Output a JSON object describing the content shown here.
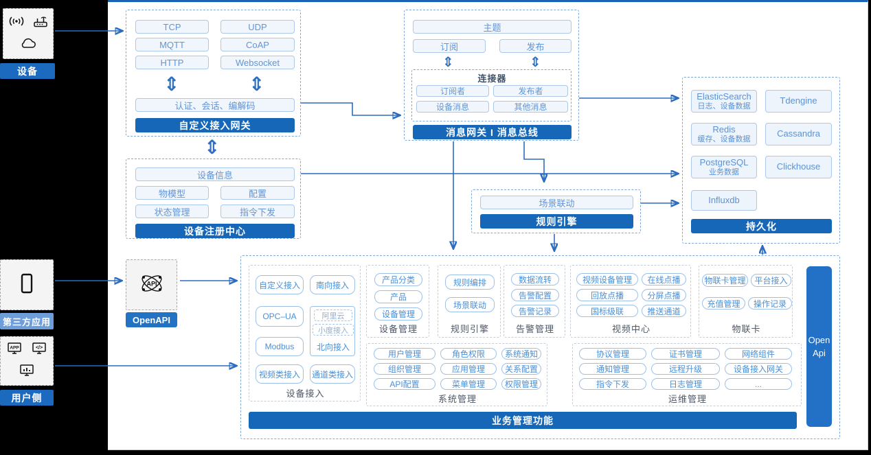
{
  "colors": {
    "accent": "#1767b9",
    "arrow": "#2b6cbf",
    "light_label": "#6d9ed9",
    "openapi_label": "#2273c4"
  },
  "left_rail": {
    "device": {
      "label": "设备"
    },
    "third_party": {
      "label": "第三方应用"
    },
    "user_side": {
      "label": "用户侧"
    }
  },
  "gateway": {
    "pills": [
      "TCP",
      "UDP",
      "MQTT",
      "CoAP",
      "HTTP",
      "Websocket"
    ],
    "auth_pill": "认证、会话、编解码",
    "title": "自定义接入网关"
  },
  "registry": {
    "info_pill": "设备信息",
    "pills": [
      "物模型",
      "配置",
      "状态管理",
      "指令下发"
    ],
    "title": "设备注册中心"
  },
  "message_bus": {
    "topic": "主题",
    "subscribe": "订阅",
    "publish": "发布",
    "connector": {
      "title": "连接器",
      "pills": [
        "订阅者",
        "发布者",
        "设备消息",
        "其他消息"
      ]
    },
    "title": "消息网关 I 消息总线"
  },
  "persistence": {
    "stores": [
      {
        "name": "ElasticSearch",
        "desc": "日志、设备数据"
      },
      {
        "name": "Tdengine",
        "desc": ""
      },
      {
        "name": "Redis",
        "desc": "缓存、设备数据"
      },
      {
        "name": "Cassandra",
        "desc": ""
      },
      {
        "name": "PostgreSQL",
        "desc": "业务数据"
      },
      {
        "name": "Clickhouse",
        "desc": ""
      },
      {
        "name": "Influxdb",
        "desc": ""
      }
    ],
    "title": "持久化"
  },
  "rule_engine": {
    "pill": "场景联动",
    "title": "规则引擎"
  },
  "openapi": {
    "label": "OpenAPI"
  },
  "business": {
    "title": "业务管理功能",
    "open_api": {
      "line1": "Open",
      "line2": "Api"
    },
    "device_access": {
      "label": "设备接入",
      "pills": [
        "自定义接入",
        "南向接入",
        "OPC–UA",
        "Modbus",
        "视频类接入",
        "通道类接入"
      ],
      "north_group": {
        "dashed_pills": [
          "阿里云",
          "小度接入"
        ],
        "label": "北向接入"
      }
    },
    "device_mgmt": {
      "label": "设备管理",
      "pills": [
        "产品分类",
        "产品",
        "设备管理"
      ]
    },
    "rule": {
      "label": "规则引擎",
      "pills": [
        "规则编排",
        "场景联动"
      ]
    },
    "alarm": {
      "label": "告警管理",
      "pills": [
        "数据流转",
        "告警配置",
        "告警记录"
      ]
    },
    "video": {
      "label": "视频中心",
      "pills": [
        "视频设备管理",
        "在线点播",
        "回放点播",
        "分屏点播",
        "国标级联",
        "推送通道"
      ]
    },
    "iot_card": {
      "label": "物联卡",
      "pills": [
        "物联卡管理",
        "平台接入",
        "充值管理",
        "操作记录"
      ]
    },
    "system": {
      "label": "系统管理",
      "pills": [
        "用户管理",
        "角色权限",
        "系统通知",
        "组织管理",
        "应用管理",
        "关系配置",
        "API配置",
        "菜单管理",
        "权限管理"
      ]
    },
    "ops": {
      "label": "运维管理",
      "pills": [
        "协议管理",
        "证书管理",
        "网络组件",
        "通知管理",
        "远程升级",
        "设备接入网关",
        "指令下发",
        "日志管理",
        "..."
      ]
    }
  }
}
